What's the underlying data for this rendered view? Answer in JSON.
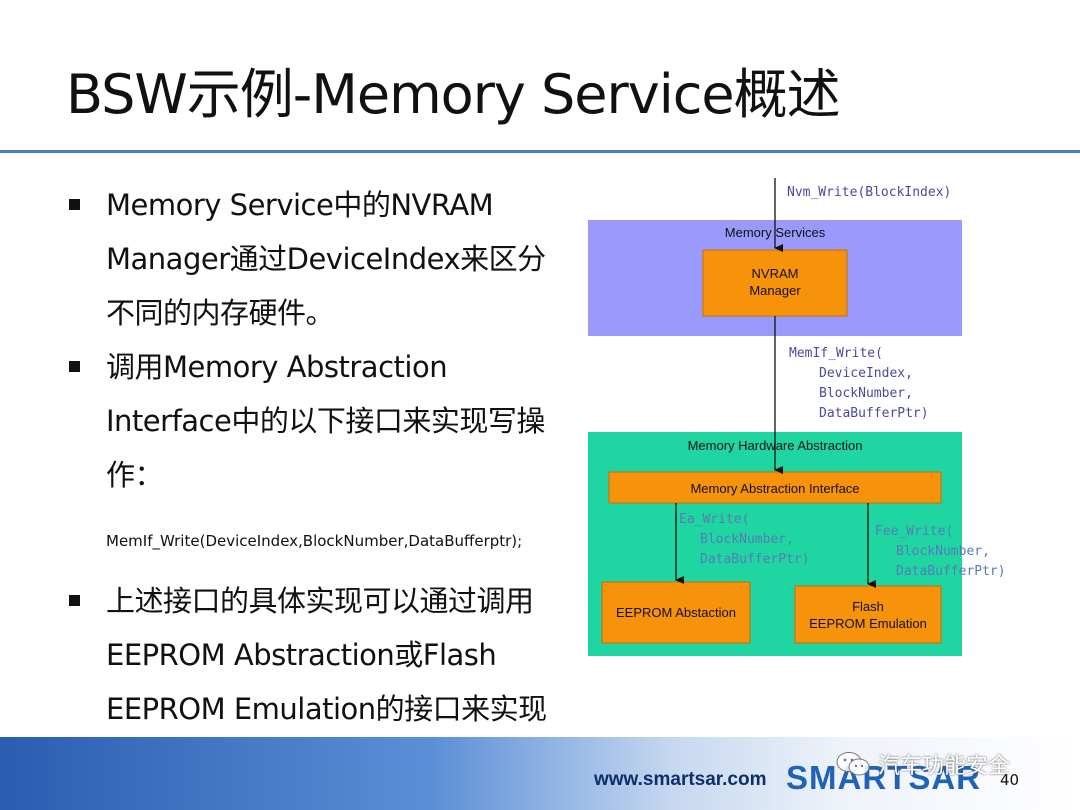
{
  "slide": {
    "title": "BSW示例-Memory Service概述",
    "page_number": "40"
  },
  "bullets": [
    {
      "text": "Memory Service中的NVRAM Manager通过DeviceIndex来区分不同的内存硬件。"
    },
    {
      "text": "调用Memory Abstraction Interface中的以下接口来实现写操作："
    },
    {
      "text": "上述接口的具体实现可以通过调用EEPROM Abstraction或Flash EEPROM Emulation的接口来实现"
    }
  ],
  "code_line": "MemIf_Write(DeviceIndex,BlockNumber,DataBufferptr);",
  "diagram": {
    "top_call": "Nvm_Write(BlockIndex)",
    "memory_services_label": "Memory Services",
    "nvram_manager_line1": "NVRAM",
    "nvram_manager_line2": "Manager",
    "memif_call": [
      "MemIf_Write(",
      "DeviceIndex,",
      "BlockNumber,",
      "DataBufferPtr)"
    ],
    "hw_abstraction_label": "Memory Hardware Abstraction",
    "memory_abstraction_interface": "Memory Abstraction Interface",
    "ea_call": [
      "Ea_Write(",
      "BlockNumber,",
      "DataBufferPtr)"
    ],
    "fee_call": [
      "Fee_Write(",
      "BlockNumber,",
      "DataBufferPtr)"
    ],
    "eeprom_abstraction": "EEPROM Abstaction",
    "flash_line1": "Flash",
    "flash_line2": "EEPROM Emulation"
  },
  "footer": {
    "url": "www.smartsar.com",
    "logo": "SMARTSAR",
    "wechat_label": "汽车功能安全"
  }
}
